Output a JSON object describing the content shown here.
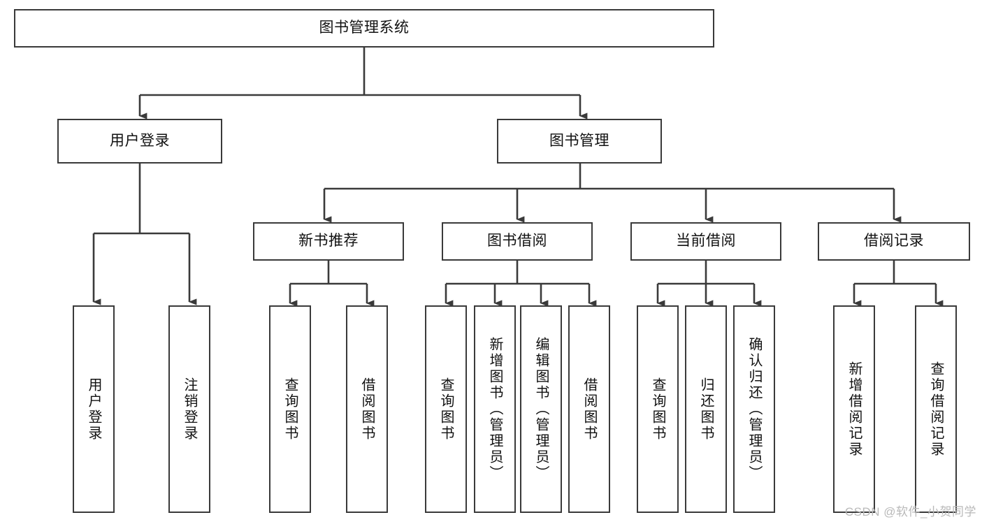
{
  "diagram": {
    "title": "图书管理系统",
    "type": "tree-hierarchy-chart",
    "colors": {
      "stroke": "#3a3a3a",
      "box_fill": "#ffffff",
      "text": "#111111",
      "watermark": "#b9b9b9",
      "background": "#ffffff"
    },
    "root": {
      "label": "图书管理系统"
    },
    "level2": [
      {
        "label": "用户登录"
      },
      {
        "label": "图书管理"
      }
    ],
    "level3": [
      {
        "label": "新书推荐"
      },
      {
        "label": "图书借阅"
      },
      {
        "label": "当前借阅"
      },
      {
        "label": "借阅记录"
      }
    ],
    "leaves": {
      "user_login": [
        {
          "label": "用户登录"
        },
        {
          "label": "注销登录"
        }
      ],
      "new_book_recommend": [
        {
          "label": "查询图书"
        },
        {
          "label": "借阅图书"
        }
      ],
      "book_borrow": [
        {
          "label": "查询图书"
        },
        {
          "label": "新增图书（管理员）"
        },
        {
          "label": "编辑图书（管理员）"
        },
        {
          "label": "借阅图书"
        }
      ],
      "current_borrow": [
        {
          "label": "查询图书"
        },
        {
          "label": "归还图书"
        },
        {
          "label": "确认归还（管理员）"
        }
      ],
      "borrow_record": [
        {
          "label": "新增借阅记录"
        },
        {
          "label": "查询借阅记录"
        }
      ]
    }
  },
  "watermark": {
    "text": "CSDN @软件_小贺同学"
  }
}
